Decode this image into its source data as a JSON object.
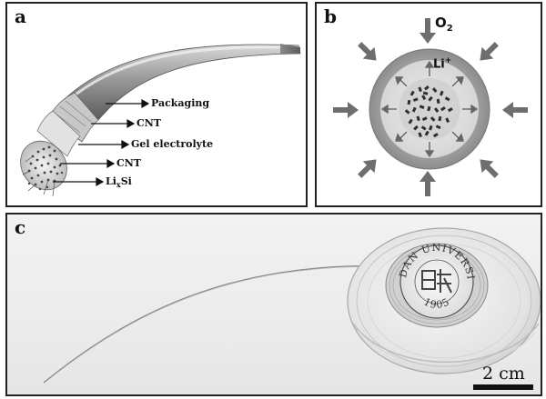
{
  "panel_a": {
    "letter": "a",
    "labels": {
      "packaging": "Packaging",
      "cnt_outer": "CNT",
      "gel": "Gel electrolyte",
      "cnt_inner": "CNT",
      "lisi_main": "Li",
      "lisi_sub": "x",
      "lisi_end": "Si"
    }
  },
  "panel_b": {
    "letter": "b",
    "o2_main": "O",
    "o2_sub": "2",
    "li_main": "Li",
    "li_sup": "+"
  },
  "panel_c": {
    "letter": "c",
    "seal_top": "FUDAN UNIVERSITY",
    "seal_bottom": "1905",
    "scale_label": "2 cm"
  }
}
